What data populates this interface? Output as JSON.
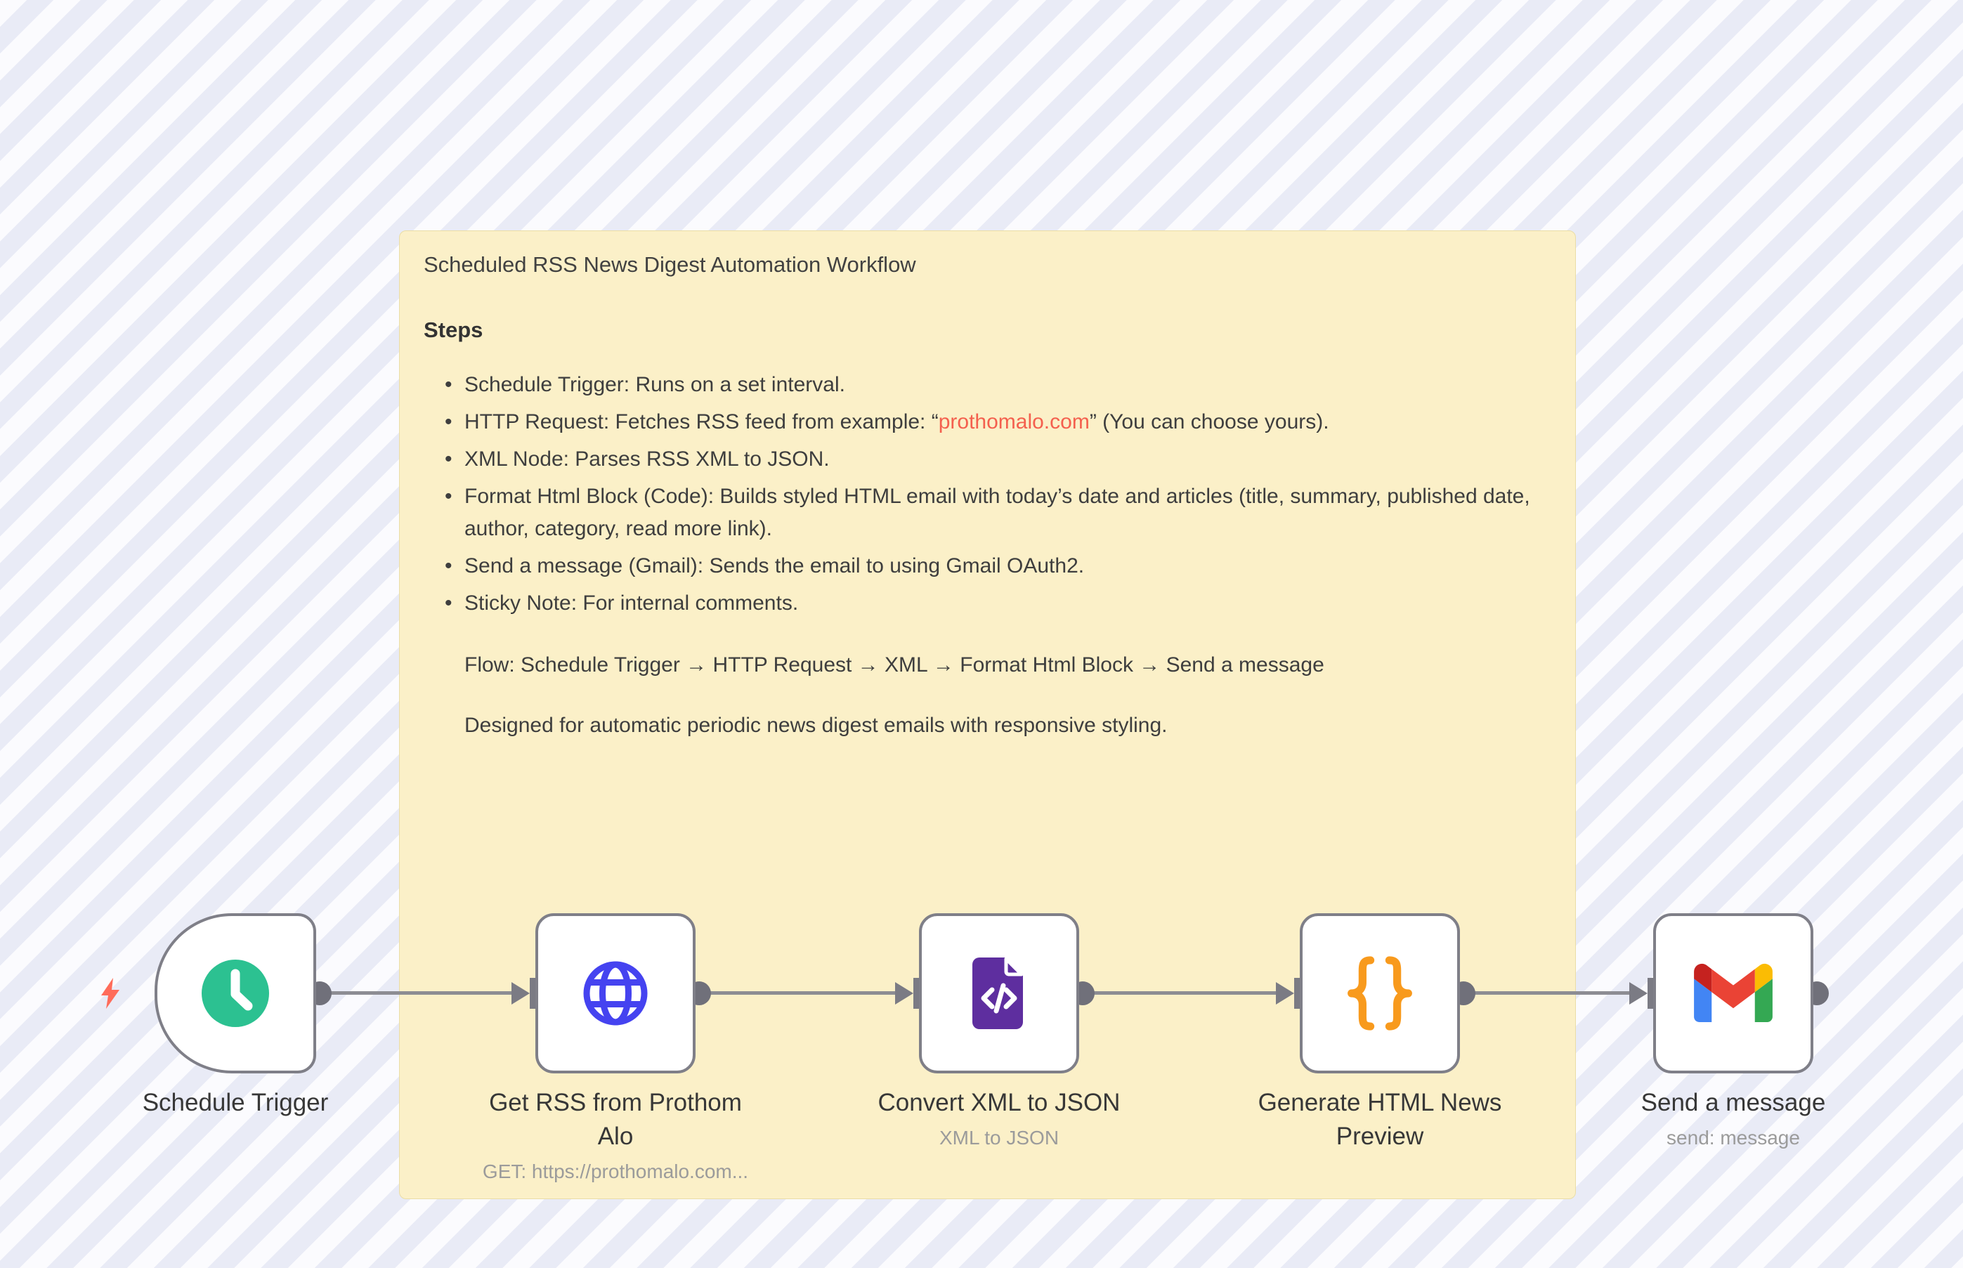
{
  "sticky": {
    "title": "Scheduled RSS News Digest Automation Workflow",
    "heading": "Steps",
    "bullet_schedule": "Schedule Trigger: Runs on a set interval.",
    "bullet_http_pre": "HTTP Request: Fetches RSS feed from example: “",
    "bullet_http_link": "prothomalo.com",
    "bullet_http_post": "” (You can choose yours).",
    "bullet_xml": "XML Node: Parses RSS XML to JSON.",
    "bullet_format": "Format Html Block (Code): Builds styled HTML email with today’s date and articles (title, summary, published date, author, category, read more link).",
    "bullet_send": "Send a message (Gmail): Sends the email to using Gmail OAuth2.",
    "bullet_sticky": "Sticky Note: For internal comments.",
    "flow": "Flow: Schedule Trigger → HTTP Request → XML → Format Html Block → Send a message",
    "designed": "Designed for automatic periodic news digest emails with responsive styling."
  },
  "nodes": [
    {
      "label": "Schedule Trigger",
      "sublabel": "",
      "icon": "clock-icon"
    },
    {
      "label": "Get RSS from Prothom Alo",
      "sublabel": "GET: https://prothomalo.com...",
      "icon": "globe-icon"
    },
    {
      "label": "Convert XML to JSON",
      "sublabel": "XML to JSON",
      "icon": "xml-file-icon"
    },
    {
      "label": "Generate HTML News Preview",
      "sublabel": "",
      "icon": "curly-braces-icon"
    },
    {
      "label": "Send a message",
      "sublabel": "send: message",
      "icon": "gmail-icon"
    }
  ],
  "colors": {
    "schedule_green": "#2cc191",
    "http_blue": "#4543f0",
    "xml_purple": "#5e2e9f",
    "code_orange": "#f89a1d",
    "bolt_coral": "#ff6c5a",
    "gmail_blue": "#4285F4",
    "gmail_green": "#34A853",
    "gmail_yellow": "#FBBC04",
    "gmail_red": "#EA4335",
    "gmail_dark_red": "#C5221F",
    "link_red": "#f4604e",
    "sticky_bg": "#fbf0c8",
    "canvas_stripe": "#e9ebf6",
    "node_border": "#7f7f88",
    "connector_gray": "#8d8d93"
  }
}
